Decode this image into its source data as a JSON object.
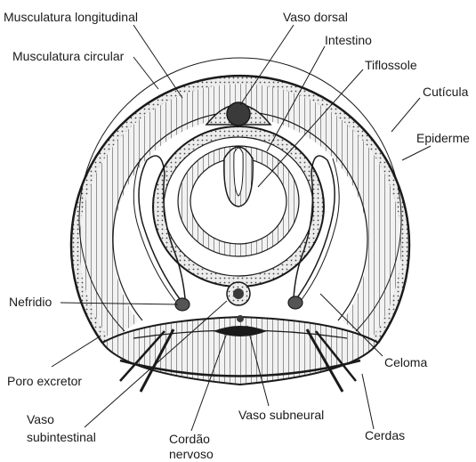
{
  "title": "",
  "labels": {
    "musculatura_longitudinal": "Musculatura longitudinal",
    "musculatura_circular": "Musculatura circular",
    "vaso_dorsal": "Vaso dorsal",
    "intestino": "Intestino",
    "tiflossole": "Tiflossole",
    "cuticula": "Cutícula",
    "epiderme": "Epiderme",
    "nefridio": "Nefridio",
    "celoma": "Celoma",
    "poro_excretor": "Poro excretor",
    "vaso_subintestinal_1": "Vaso",
    "vaso_subintestinal_2": "subintestinal",
    "cordao_nervoso_1": "Cordão",
    "cordao_nervoso_2": "nervoso",
    "vaso_subneural": "Vaso subneural",
    "cerdas": "Cerdas"
  },
  "colors": {
    "ink": "#1a1a1a",
    "tissue": "#d9d9d9",
    "vessel": "#3a3a3a",
    "background": "#ffffff"
  }
}
